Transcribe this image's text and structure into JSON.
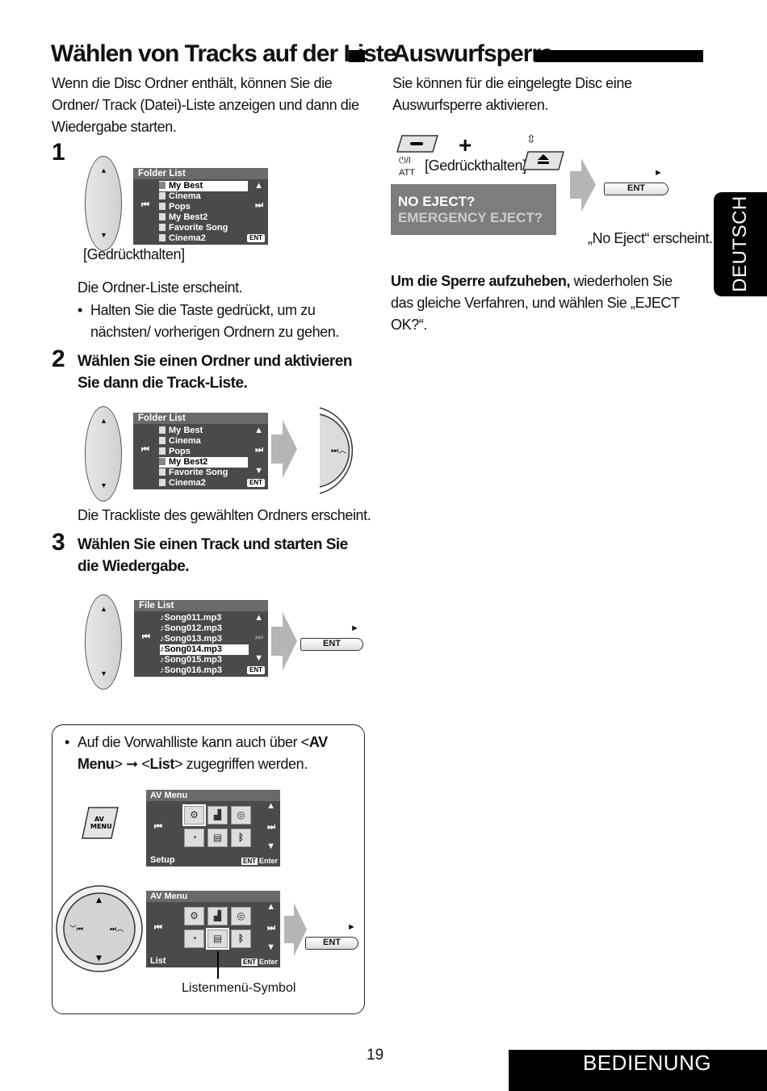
{
  "left": {
    "title": "Wählen von Tracks auf der Liste",
    "intro": "Wenn die Disc Ordner enthält, können Sie die Ordner/ Track (Datei)-Liste anzeigen und dann die Wiedergabe starten.",
    "steps": [
      {
        "num": "1",
        "hold_label": "[Gedrückthalten]",
        "result": "Die Ordner-Liste erscheint.",
        "bullet": "Halten Sie die Taste gedrückt, um zu nächsten/ vorherigen Ordnern zu gehen."
      },
      {
        "num": "2",
        "text": "Wählen Sie einen Ordner und aktivieren Sie dann die Track-Liste.",
        "result": "Die Trackliste des gewählten Ordners erscheint."
      },
      {
        "num": "3",
        "text": "Wählen Sie einen Track und starten Sie die Wiedergabe."
      }
    ],
    "folder_list": {
      "header": "Folder List",
      "items": [
        "My Best",
        "Cinema",
        "Pops",
        "My Best2",
        "Favorite Song",
        "Cinema2"
      ],
      "ent": "ENT"
    },
    "file_list": {
      "header": "File List",
      "items": [
        "♪Song011.mp3",
        "♪Song012.mp3",
        "♪Song013.mp3",
        "♪Song014.mp3",
        "♪Song015.mp3",
        "♪Song016.mp3"
      ],
      "ent": "ENT"
    },
    "ent_button": "ENT",
    "note": {
      "text_a": "Auf die Vorwahlliste kann auch über <",
      "av_menu": "AV Menu",
      "text_b": "> ",
      "text_c": " <",
      "list": "List",
      "text_d": "> zugegriffen werden.",
      "av_button": "AV MENU",
      "screen_header": "AV Menu",
      "screen1_footer": "Setup",
      "screen2_footer": "List",
      "enter": "Enter",
      "ent": "ENT",
      "caption": "Listenmenü-Symbol"
    }
  },
  "right": {
    "title": "Auswurfsperre",
    "intro": "Sie können für die eingelegte Disc eine Auswurfsperre aktivieren.",
    "power_label": "⏻/I",
    "att_label": "ATT",
    "hold_label": "[Gedrückthalten]",
    "plus": "+",
    "display_line1": "NO EJECT?",
    "display_line2": "EMERGENCY EJECT?",
    "ent_button": "ENT",
    "appears": "„No Eject“ erscheint.",
    "unlock_bold": "Um die Sperre aufzuheben,",
    "unlock_rest": " wiederholen Sie das gleiche Verfahren, und wählen Sie „EJECT OK?“."
  },
  "side_tab": "DEUTSCH",
  "page_number": "19",
  "footer_tab": "BEDIENUNG"
}
